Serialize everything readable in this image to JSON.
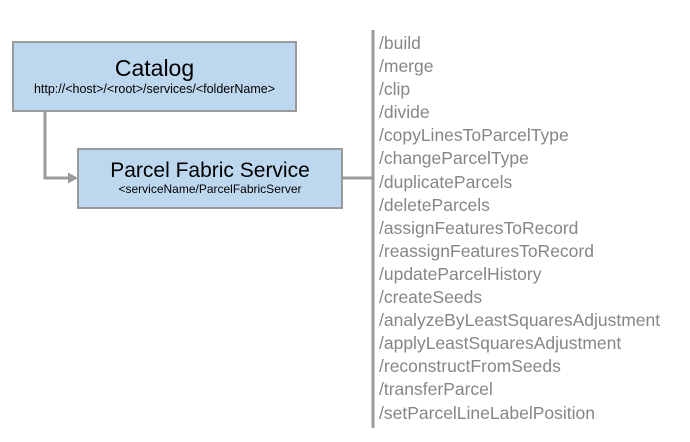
{
  "diagram": {
    "nodes": [
      {
        "id": "catalog",
        "title": "Catalog",
        "subtitle": "http://<host>/<root>/services/<folderName>"
      },
      {
        "id": "parcel-fabric-service",
        "title": "Parcel Fabric Service",
        "subtitle": "<serviceName/ParcelFabricServer"
      }
    ],
    "operations": [
      "/build",
      "/merge",
      "/clip",
      "/divide",
      "/copyLinesToParcelType",
      "/changeParcelType",
      "/duplicateParcels",
      "/deleteParcels",
      "/assignFeaturesToRecord",
      "/reassignFeaturesToRecord",
      "/updateParcelHistory",
      "/createSeeds",
      "/analyzeByLeastSquaresAdjustment",
      "/applyLeastSquaresAdjustment",
      "/reconstructFromSeeds",
      "/transferParcel",
      "/setParcelLineLabelPosition"
    ],
    "colors": {
      "node_fill": "#bdd7ee",
      "node_border": "#9a9a9a",
      "connector": "#9a9a9a",
      "operation_text": "#868686",
      "node_text": "#000000",
      "background": "#ffffff"
    }
  }
}
